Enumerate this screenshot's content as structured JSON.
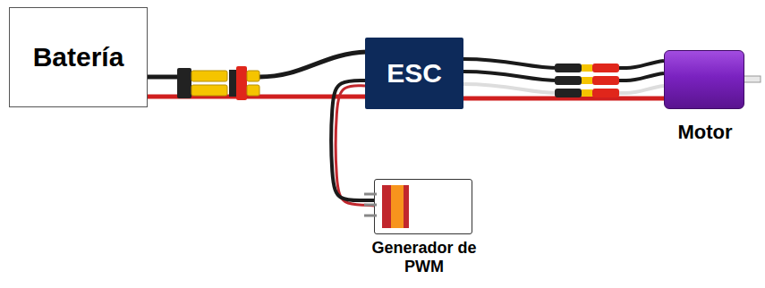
{
  "diagram": {
    "nodes": [
      {
        "text": [
          "Batería"
        ]
      },
      {
        "text": [
          "ESC"
        ]
      },
      {
        "text": [
          "Motor"
        ]
      },
      {
        "text": [
          "Generador de PWM"
        ]
      }
    ],
    "edges": [
      {
        "from": 0,
        "to": 1,
        "arrow": "none"
      },
      {
        "from": 1,
        "to": 2,
        "arrow": "none"
      },
      {
        "from": 1,
        "to": 3,
        "arrow": "none"
      }
    ]
  }
}
